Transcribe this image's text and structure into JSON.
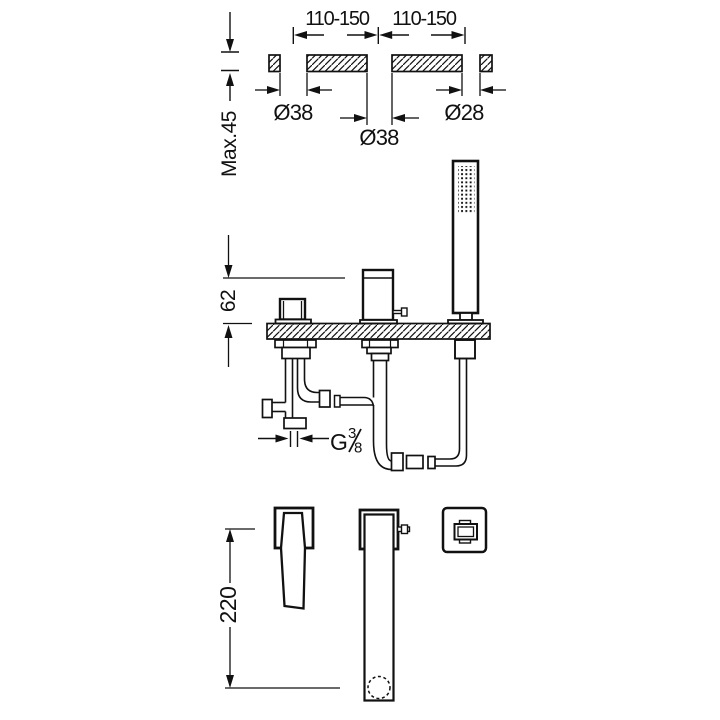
{
  "dims": {
    "span_left": "110-150",
    "span_right": "110-150",
    "hole_left": "Ø38",
    "hole_center": "Ø38",
    "hole_right": "Ø28",
    "max_thickness": "Max.45",
    "spout_height": "62",
    "lever_length": "220",
    "thread": {
      "prefix": "G",
      "numerator": "3",
      "denominator": "8"
    }
  }
}
